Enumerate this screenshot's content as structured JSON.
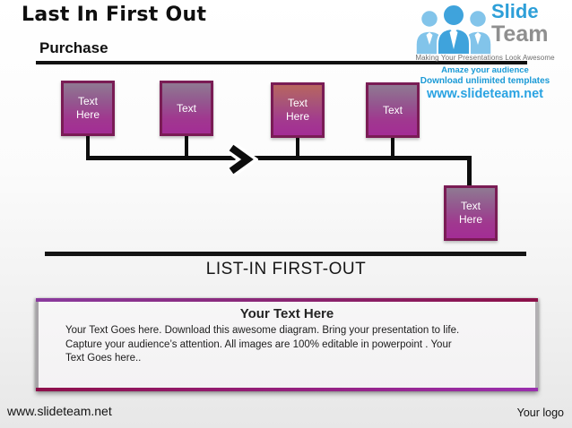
{
  "slide": {
    "title": "Last In First Out",
    "subtitle": "Purchase",
    "section_label": "LIST-IN FIRST-OUT"
  },
  "logo": {
    "brand_top": "Slide",
    "brand_bottom": "Team",
    "tagline": "Making Your Presentations Look Awesome",
    "promo_line1": "Amaze your audience",
    "promo_line2": "Download unlimited templates",
    "promo_url": "www.slideteam.net"
  },
  "diagram": {
    "boxes": [
      {
        "label": "Text Here"
      },
      {
        "label": "Text"
      },
      {
        "label": "Text Here"
      },
      {
        "label": "Text"
      },
      {
        "label": "Text Here"
      }
    ],
    "colors": {
      "box_border": "#7a1c55",
      "box_fill_top": "#8f7992",
      "box_fill_top_alt": "#b9655f",
      "box_fill_bottom": "#a32d95",
      "line": "#0d0d0d",
      "accent_blue": "#2d9fd8"
    }
  },
  "textbox": {
    "heading": "Your Text Here",
    "body_lines": [
      "Your Text Goes here. Download this awesome diagram. Bring your presentation to life.",
      "Capture your audience’s attention. All images are 100% editable in powerpoint . Your",
      "Text Goes here.."
    ]
  },
  "footer": {
    "left": "www.slideteam.net",
    "right": "Your logo"
  }
}
